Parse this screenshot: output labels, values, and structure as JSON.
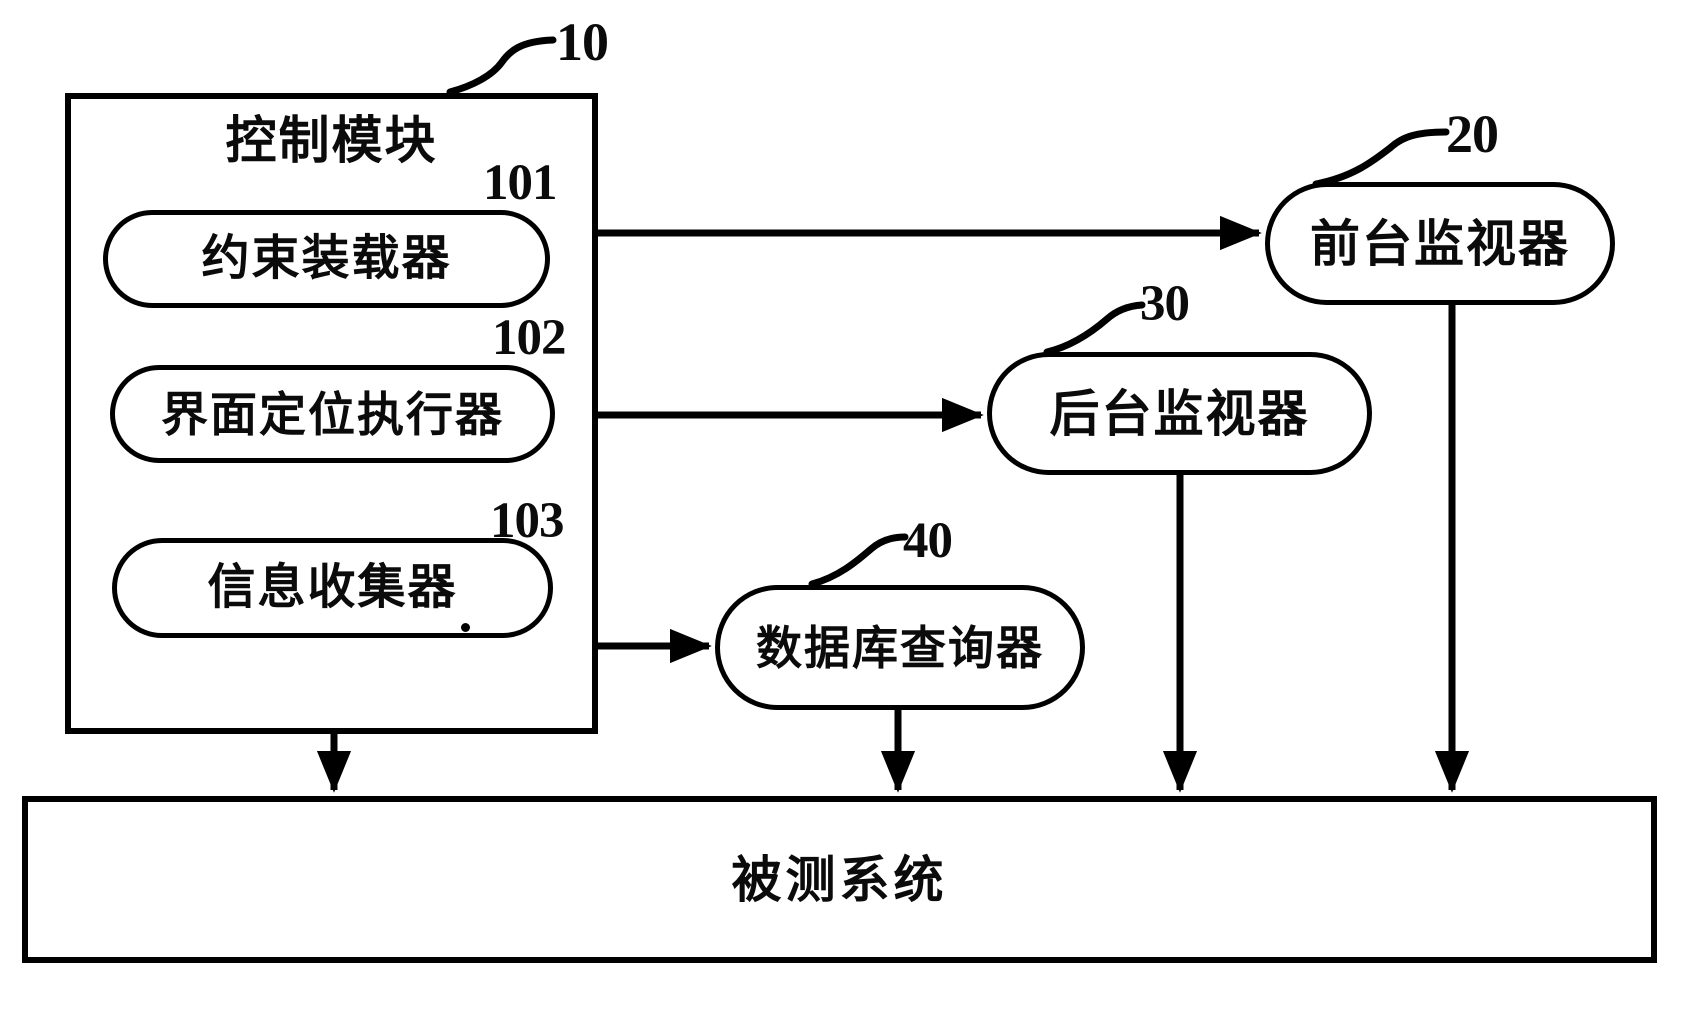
{
  "figure": {
    "background_color": "#ffffff",
    "line_color": "#000000"
  },
  "control_module": {
    "ref": "10",
    "title": "控制模块",
    "children": [
      {
        "ref": "101",
        "label": "约束装载器"
      },
      {
        "ref": "102",
        "label": "界面定位执行器"
      },
      {
        "ref": "103",
        "label": "信息收集器"
      }
    ]
  },
  "nodes": [
    {
      "ref": "20",
      "label": "前台监视器"
    },
    {
      "ref": "30",
      "label": "后台监视器"
    },
    {
      "ref": "40",
      "label": "数据库查询器"
    }
  ],
  "system_under_test": {
    "label": "被测系统"
  }
}
